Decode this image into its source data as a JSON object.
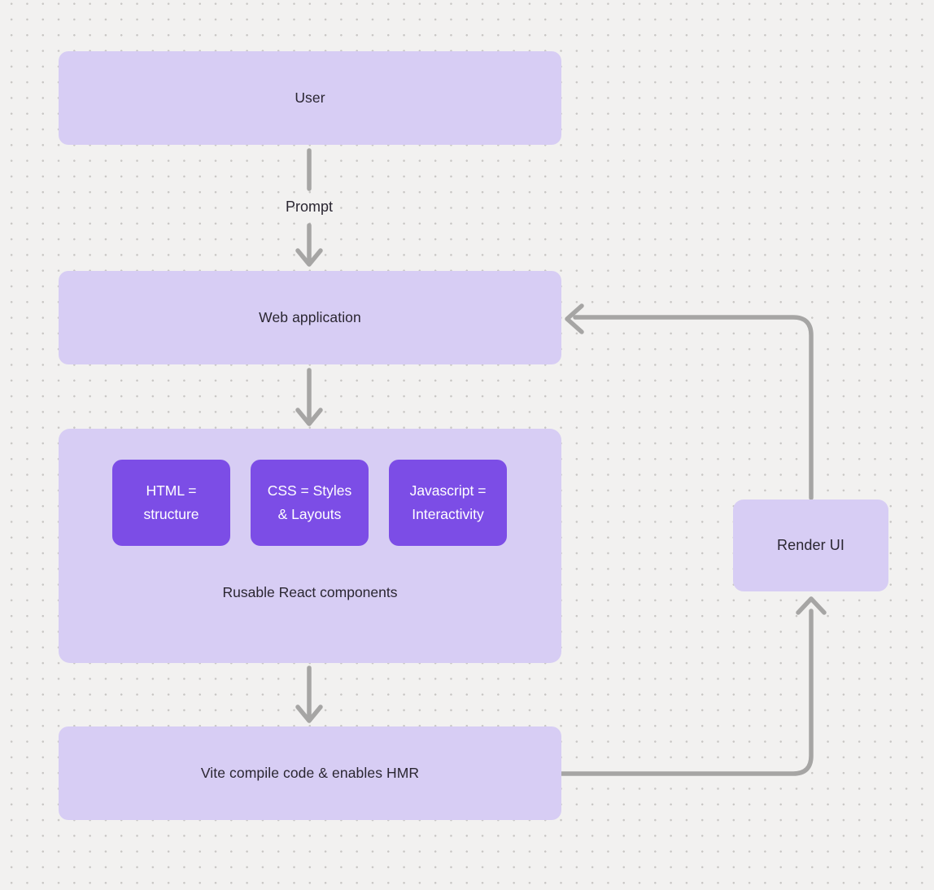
{
  "colors": {
    "canvas-bg": "#f2f1f0",
    "dot": "#c8c6c4",
    "node-fill": "#d7cdf4",
    "chip-fill": "#7c4de6",
    "arrow": "#a6a5a4",
    "text-dark": "#2a2631",
    "text-light": "#ffffff"
  },
  "nodes": {
    "user": {
      "label": "User"
    },
    "web_application": {
      "label": "Web application"
    },
    "components_group": {
      "label": "Rusable React components",
      "chips": [
        {
          "line1": "HTML =",
          "line2": "structure"
        },
        {
          "line1": "CSS = Styles",
          "line2": "& Layouts"
        },
        {
          "line1": "Javascript =",
          "line2": "Interactivity"
        }
      ]
    },
    "vite": {
      "label": "Vite compile code & enables HMR"
    },
    "render_ui": {
      "label": "Render UI"
    }
  },
  "edges": {
    "prompt_label": "Prompt"
  }
}
